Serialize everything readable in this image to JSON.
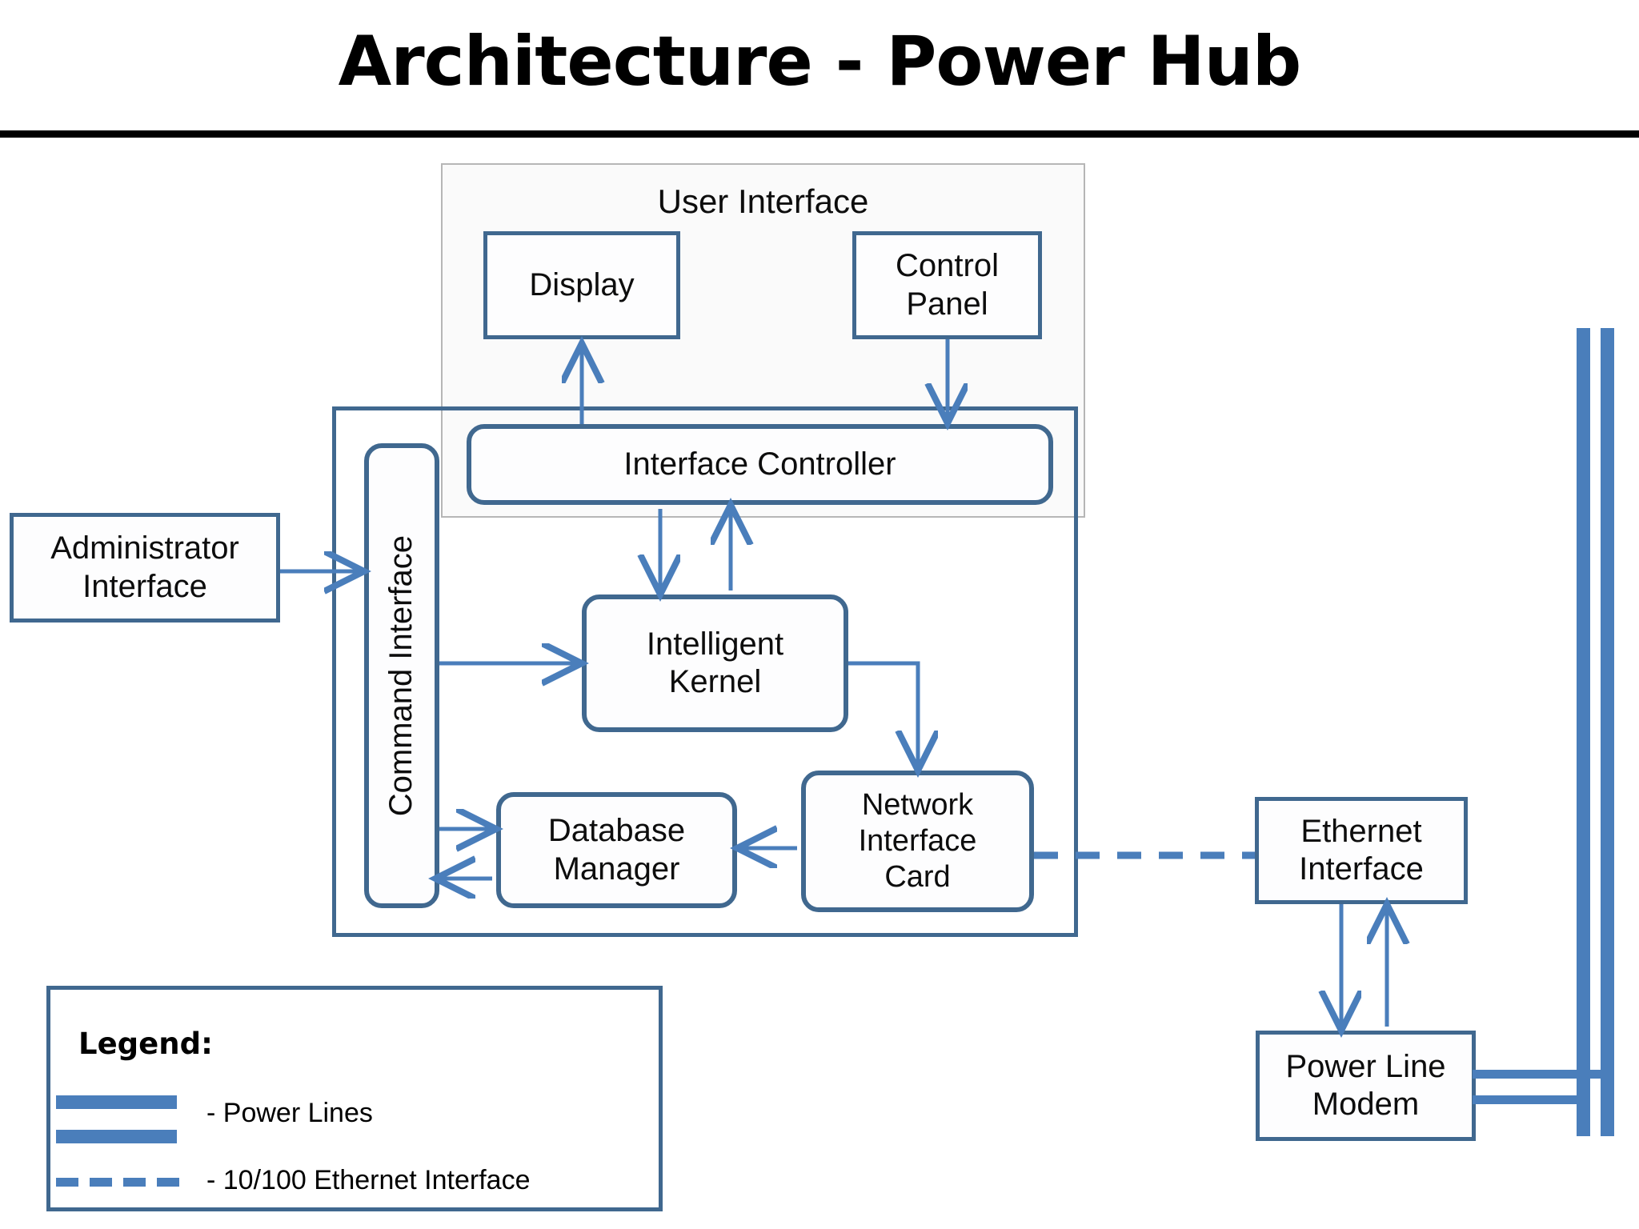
{
  "page": {
    "title": "Architecture - Power Hub",
    "accent_blue": "#40688f",
    "line_blue": "#4a7ebb",
    "panel_bg": "#fafafa"
  },
  "user_interface_panel": {
    "label": "User Interface",
    "boxes": [
      {
        "id": "display",
        "label": "Display"
      },
      {
        "id": "control-panel",
        "label": "Control\nPanel"
      },
      {
        "id": "interface-controller",
        "label": "Interface Controller"
      }
    ]
  },
  "hub": {
    "boxes": [
      {
        "id": "command-interface",
        "label": "Command Interface",
        "orientation": "vertical"
      },
      {
        "id": "intelligent-kernel",
        "label": "Intelligent\nKernel"
      },
      {
        "id": "database-manager",
        "label": "Database\nManager"
      },
      {
        "id": "network-interface-card",
        "label": "Network\nInterface\nCard"
      }
    ]
  },
  "external": {
    "administrator_interface": "Administrator\nInterface",
    "ethernet_interface": "Ethernet\nInterface",
    "power_line_modem": "Power Line\nModem"
  },
  "legend": {
    "title": "Legend:",
    "items": [
      {
        "style": "solid-double",
        "label": "-  Power Lines"
      },
      {
        "style": "dashed",
        "label": "-  10/100 Ethernet Interface"
      }
    ]
  },
  "labels": {
    "control_panel_line1": "Control",
    "control_panel_line2": "Panel",
    "intelligent_kernel_line1": "Intelligent",
    "intelligent_kernel_line2": "Kernel",
    "database_manager_line1": "Database",
    "database_manager_line2": "Manager",
    "nic_line1": "Network",
    "nic_line2": "Interface",
    "nic_line3": "Card",
    "admin_line1": "Administrator",
    "admin_line2": "Interface",
    "eth_line1": "Ethernet",
    "eth_line2": "Interface",
    "plm_line1": "Power Line",
    "plm_line2": "Modem"
  }
}
